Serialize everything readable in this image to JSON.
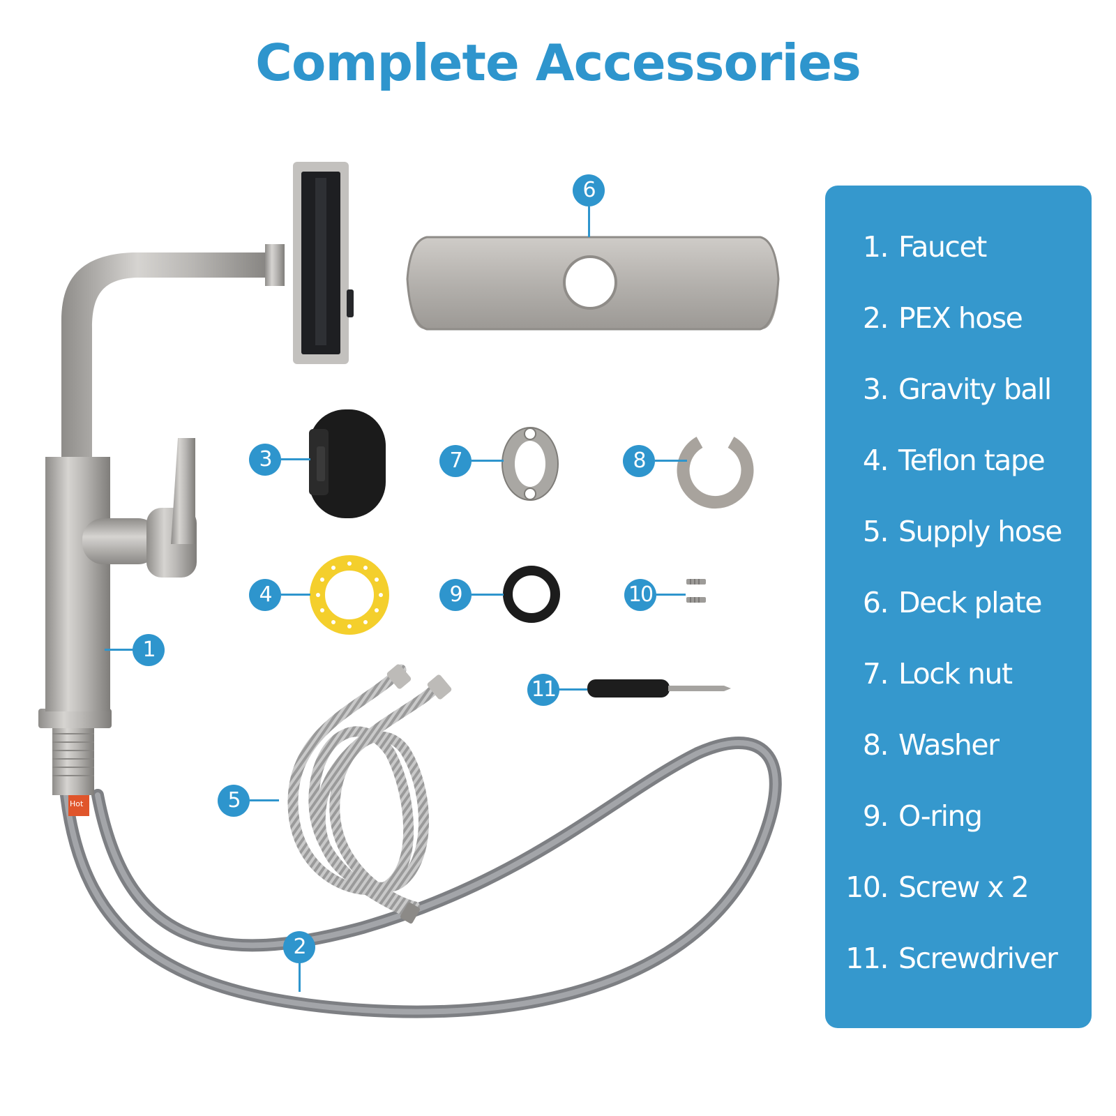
{
  "title": "Complete Accessories",
  "colors": {
    "accent": "#2e95cd",
    "panel": "#3598cd",
    "steel": "#b3b1ae",
    "hose_gray": "#8a8c90",
    "rubber_black": "#1c1c1c",
    "tape_yellow": "#f4cf2c"
  },
  "accessories": [
    {
      "num": "1.",
      "label": "Faucet"
    },
    {
      "num": "2.",
      "label": "PEX hose"
    },
    {
      "num": "3.",
      "label": "Gravity ball"
    },
    {
      "num": "4.",
      "label": "Teflon tape"
    },
    {
      "num": "5.",
      "label": "Supply hose"
    },
    {
      "num": "6.",
      "label": "Deck plate"
    },
    {
      "num": "7.",
      "label": "Lock nut"
    },
    {
      "num": "8.",
      "label": "Washer"
    },
    {
      "num": "9.",
      "label": "O-ring"
    },
    {
      "num": "10.",
      "label": "Screw x 2"
    },
    {
      "num": "11.",
      "label": "Screwdriver"
    }
  ],
  "callouts": [
    "1",
    "2",
    "3",
    "4",
    "5",
    "6",
    "7",
    "8",
    "9",
    "10",
    "11"
  ],
  "hose_tag": "Hot"
}
